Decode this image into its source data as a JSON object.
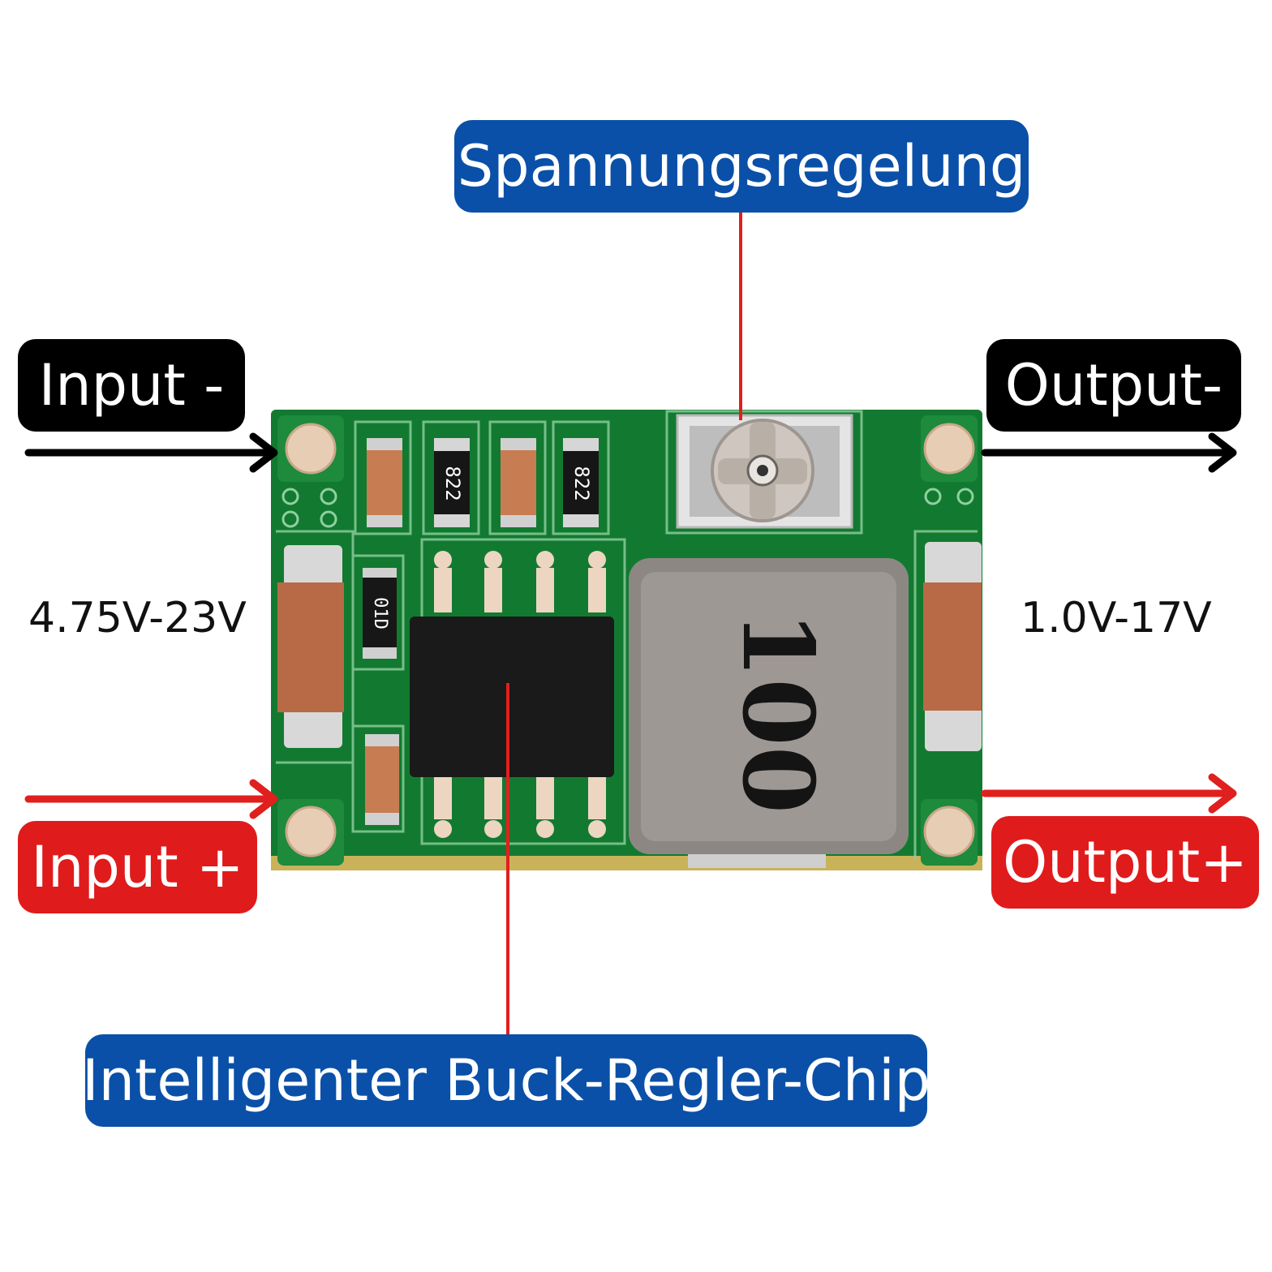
{
  "labels": {
    "voltage_adjust": "Spannungsregelung",
    "input_minus": "Input -",
    "output_minus": "Output-",
    "input_plus": "Input +",
    "output_plus": "Output+",
    "chip": "Intelligenter Buck-Regler-Chip",
    "input_range": "4.75V-23V",
    "output_range": "1.0V-17V"
  },
  "markings": {
    "resistor_1": "822",
    "resistor_2": "822",
    "diode": "01D",
    "inductor": "100"
  },
  "colors": {
    "blue_label": "#0a50a8",
    "red_label": "#e01b1b",
    "black_label": "#000000",
    "pcb_green": "#127a30",
    "pointer_red": "#e0201e"
  }
}
